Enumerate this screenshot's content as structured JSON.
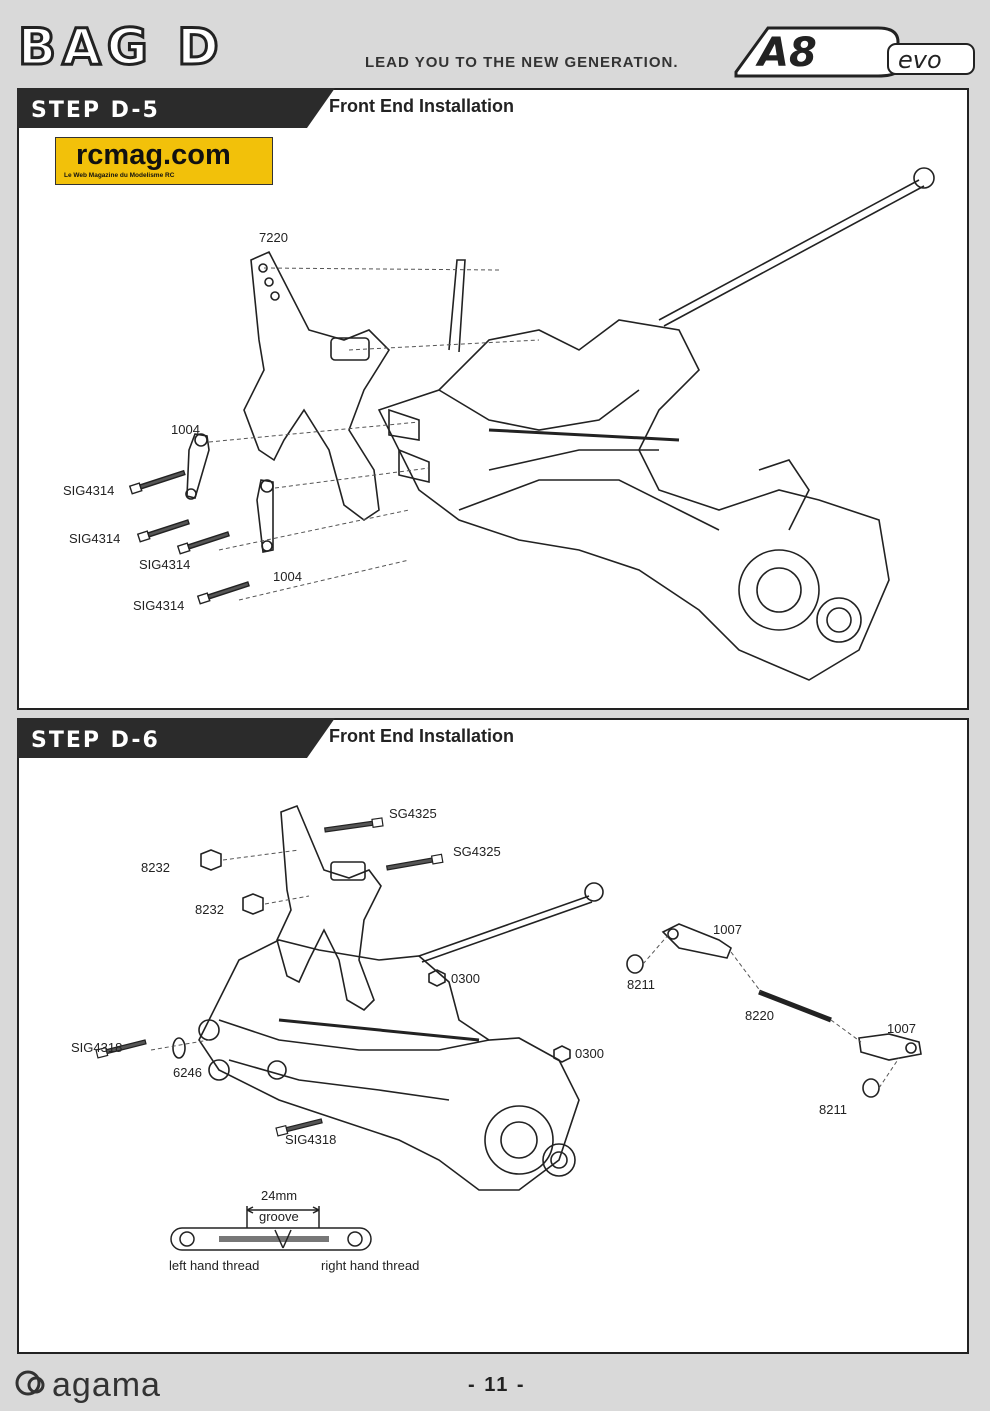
{
  "header": {
    "bag_title": "BAG D",
    "tagline": "LEAD YOU TO THE NEW GENERATION.",
    "brand_logo": "A8 EVO"
  },
  "steps": [
    {
      "step_label": "STEP D-5",
      "subtitle": "Front End Installation",
      "watermark": {
        "main": "rcmag.com",
        "sub": "Le Web Magazine du Modelisme RC"
      },
      "parts": {
        "p7220": "7220",
        "p1004a": "1004",
        "p1004b": "1004",
        "sig1": "SIG4314",
        "sig2": "SIG4314",
        "sig3": "SIG4314",
        "sig4": "SIG4314"
      }
    },
    {
      "step_label": "STEP D-6",
      "subtitle": "Front End Installation",
      "parts": {
        "sg1": "SG4325",
        "sg2": "SG4325",
        "p8232a": "8232",
        "p8232b": "8232",
        "p0300a": "0300",
        "p0300b": "0300",
        "sig4318a": "SIG4318",
        "sig4318b": "SIG4318",
        "p6246": "6246",
        "p1007a": "1007",
        "p1007b": "1007",
        "p8211a": "8211",
        "p8211b": "8211",
        "p8220": "8220"
      },
      "turnbuckle": {
        "dimension": "24mm",
        "groove": "groove",
        "left": "left hand thread",
        "right": "right hand thread"
      }
    }
  ],
  "footer": {
    "brand": "agama",
    "page_number": "- 11 -"
  }
}
